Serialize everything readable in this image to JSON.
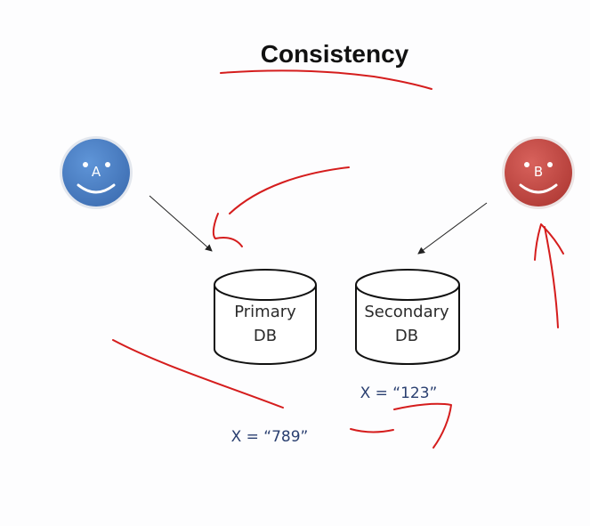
{
  "title": "Consistency",
  "users": [
    {
      "letter": "A",
      "color": "#4a7fc6"
    },
    {
      "letter": "B",
      "color": "#c84a45"
    }
  ],
  "databases": [
    {
      "line1": "Primary",
      "line2": "DB"
    },
    {
      "line1": "Secondary",
      "line2": "DB"
    }
  ],
  "values": {
    "primary": "X = “789”",
    "secondary": "X = “123”"
  },
  "colors": {
    "annotation_ink": "#d51d1d",
    "label_text": "#2a3f70"
  }
}
